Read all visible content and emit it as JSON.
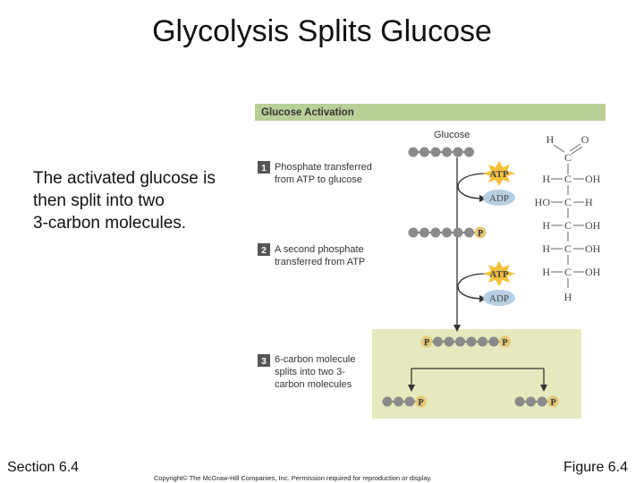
{
  "slide": {
    "title": "Glycolysis Splits Glucose",
    "body_lines": [
      "The activated glucose is",
      "then split into two",
      "3-carbon molecules."
    ],
    "footer_left": "Section 6.4",
    "footer_right": "Figure 6.4",
    "copyright": "Copyright© The McGraw-Hill Companies, Inc. Permission required for reproduction or display."
  },
  "figure": {
    "header": "Glucose Activation",
    "glucose_label": "Glucose",
    "steps": [
      {
        "number": "1",
        "lines": [
          "Phosphate transferred",
          "from ATP to glucose"
        ]
      },
      {
        "number": "2",
        "lines": [
          "A second phosphate",
          "transferred from ATP"
        ]
      },
      {
        "number": "3",
        "lines": [
          "6-carbon molecule",
          "splits into two 3-",
          "carbon molecules"
        ]
      }
    ],
    "atp_label": "ATP",
    "adp_label": "ADP",
    "phosphate_label": "P",
    "structure": {
      "top_h": "H",
      "top_o": "O",
      "carbon": "C",
      "rows": [
        {
          "left": "H",
          "right": "OH"
        },
        {
          "left": "HO",
          "right": "H"
        },
        {
          "left": "H",
          "right": "OH"
        },
        {
          "left": "H",
          "right": "OH"
        },
        {
          "left": "H",
          "right": "OH"
        }
      ],
      "bottom_h": "H"
    },
    "colors": {
      "header_band": "#b9cf98",
      "split_panel": "#e6e9bd",
      "bead": "#8a8a8a",
      "phosphate": "#e3c878",
      "atp_star": "#f3c23a",
      "adp_bubble": "#b7cfe3",
      "step_badge": "#555555"
    }
  }
}
